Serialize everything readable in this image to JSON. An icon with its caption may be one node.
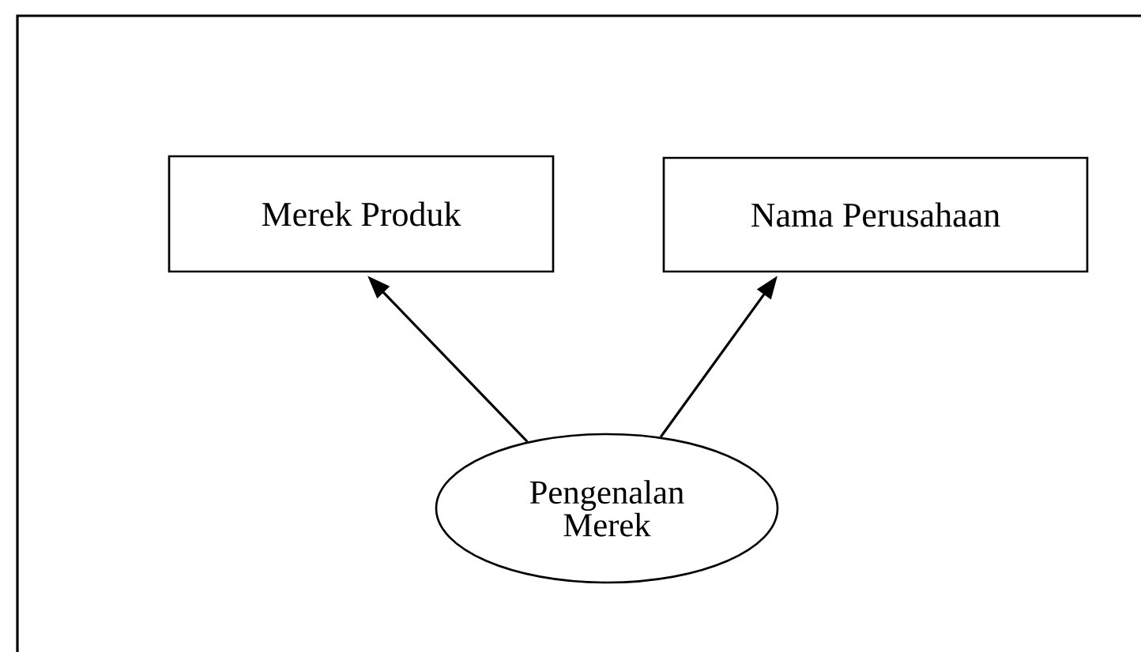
{
  "diagram": {
    "nodes": [
      {
        "text": [
          "Merek Produk"
        ]
      },
      {
        "text": [
          "Nama Perusahaan"
        ]
      },
      {
        "text": [
          "Pengenalan Merek"
        ]
      }
    ],
    "edges": [
      {
        "from": 2,
        "to": 0,
        "arrow": "to"
      },
      {
        "from": 2,
        "to": 1,
        "arrow": "to"
      }
    ]
  }
}
